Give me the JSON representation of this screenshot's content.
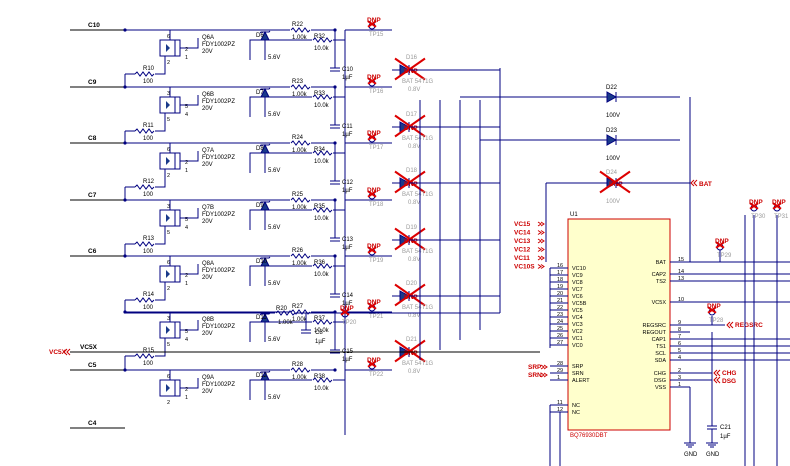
{
  "nets": {
    "c10": "C10",
    "c9": "C9",
    "c8": "C8",
    "c7": "C7",
    "c6": "C6",
    "c5": "C5",
    "c4": "C4",
    "vc5x": "VC5X",
    "vc5x_port": "VC5X",
    "bat": "BAT",
    "regsrc": "REGSRC",
    "chg": "CHG",
    "dsg": "DSG",
    "srp": "SRP",
    "srn": "SRN",
    "vc_ports": [
      "VC15",
      "VC14",
      "VC13",
      "VC12",
      "VC11",
      "VC10S"
    ]
  },
  "rows": [
    {
      "q": "Q6A",
      "qpn": "FDY1002PZ",
      "qv": "20V",
      "d": "D6",
      "dv": "5.6V",
      "rtop": "R22",
      "rtopv": "1.00k",
      "rbot": "R32",
      "rbotv": "10.0k",
      "cap": "C10",
      "capv": "1µF",
      "rg": "R10",
      "rgv": "100",
      "tp": "TP15",
      "ds": "D16",
      "dsp": "BAT 54T1G",
      "dsv": "0.8V",
      "pa": "6",
      "pb": "2",
      "pc": "1"
    },
    {
      "q": "Q6B",
      "qpn": "FDY1002PZ",
      "qv": "20V",
      "d": "D7",
      "dv": "5.6V",
      "rtop": "R23",
      "rtopv": "1.00k",
      "rbot": "R33",
      "rbotv": "10.0k",
      "cap": "C11",
      "capv": "1µF",
      "rg": "R11",
      "rgv": "100",
      "tp": "TP16",
      "ds": "D17",
      "dsp": "BAT 54T1G",
      "dsv": "0.8V",
      "pa": "3",
      "pb": "5",
      "pc": "4"
    },
    {
      "q": "Q7A",
      "qpn": "FDY1002PZ",
      "qv": "20V",
      "d": "D8",
      "dv": "5.6V",
      "rtop": "R24",
      "rtopv": "1.00k",
      "rbot": "R34",
      "rbotv": "10.0k",
      "cap": "C12",
      "capv": "1µF",
      "rg": "R12",
      "rgv": "100",
      "tp": "TP17",
      "ds": "D18",
      "dsp": "BAT 54T1G",
      "dsv": "0.8V",
      "pa": "6",
      "pb": "2",
      "pc": "1"
    },
    {
      "q": "Q7B",
      "qpn": "FDY1002PZ",
      "qv": "20V",
      "d": "D9",
      "dv": "5.6V",
      "rtop": "R25",
      "rtopv": "1.00k",
      "rbot": "R35",
      "rbotv": "10.0k",
      "cap": "C13",
      "capv": "1µF",
      "rg": "R13",
      "rgv": "100",
      "tp": "TP18",
      "ds": "D19",
      "dsp": "BAT 54T1G",
      "dsv": "0.8V",
      "pa": "3",
      "pb": "5",
      "pc": "4"
    },
    {
      "q": "Q8A",
      "qpn": "FDY1002PZ",
      "qv": "20V",
      "d": "D10",
      "dv": "5.6V",
      "rtop": "R26",
      "rtopv": "1.00k",
      "rbot": "R36",
      "rbotv": "10.0k",
      "cap": "C14",
      "capv": "1µF",
      "rg": "R14",
      "rgv": "100",
      "tp": "TP19",
      "ds": "D20",
      "dsp": "BAT 54T1G",
      "dsv": "0.8V",
      "pa": "6",
      "pb": "2",
      "pc": "1"
    },
    {
      "q": "Q8B",
      "qpn": "FDY1002PZ",
      "qv": "20V",
      "d": "D11",
      "dv": "5.6V",
      "rtop": "R27",
      "rtopv": "1.00k",
      "rbot": "R37",
      "rbotv": "10.0k",
      "cap": "C15",
      "capv": "1µF",
      "rg": "R15",
      "rgv": "100",
      "tp": "TP21",
      "ds": "D21",
      "dsp": "BAT 54T1G",
      "dsv": "0.8V",
      "pa": "3",
      "pb": "5",
      "pc": "4"
    },
    {
      "q": "Q9A",
      "qpn": "FDY1002PZ",
      "qv": "20V",
      "d": "D12",
      "dv": "5.6V",
      "rtop": "R28",
      "rtopv": "1.00k",
      "rbot": "R38",
      "rbotv": "10.0k",
      "cap": "",
      "capv": "",
      "rg": "",
      "rgv": "",
      "tp": "TP22",
      "ds": "",
      "dsp": "",
      "dsv": "",
      "pa": "6",
      "pb": "2",
      "pc": "1"
    }
  ],
  "r20": {
    "ref": "R20",
    "val": "1.00k"
  },
  "c8": {
    "ref": "C8",
    "val": "1µF"
  },
  "tp20": "TP20",
  "dnp": "DNP",
  "d22": {
    "ref": "D22",
    "val": "100V"
  },
  "d23": {
    "ref": "D23",
    "val": "100V"
  },
  "d24": {
    "ref": "D24",
    "val": "100V"
  },
  "ic": {
    "ref": "U1",
    "part": "BQ76930DBT",
    "left_pins": [
      {
        "n": "16",
        "name": "VC10"
      },
      {
        "n": "17",
        "name": "VC9"
      },
      {
        "n": "18",
        "name": "VC8"
      },
      {
        "n": "19",
        "name": "VC7"
      },
      {
        "n": "20",
        "name": "VC6"
      },
      {
        "n": "21",
        "name": "VC5B"
      },
      {
        "n": "22",
        "name": "VC5"
      },
      {
        "n": "23",
        "name": "VC4"
      },
      {
        "n": "24",
        "name": "VC3"
      },
      {
        "n": "25",
        "name": "VC2"
      },
      {
        "n": "26",
        "name": "VC1"
      },
      {
        "n": "27",
        "name": "VC0"
      }
    ],
    "left_pins2": [
      {
        "n": "28",
        "name": "SRP"
      },
      {
        "n": "29",
        "name": "SRN"
      },
      {
        "n": "1",
        "name": "ALERT"
      }
    ],
    "left_pins3": [
      {
        "n": "11",
        "name": "NC"
      },
      {
        "n": "12",
        "name": "NC"
      }
    ],
    "right_pins": [
      {
        "n": "15",
        "name": "BAT"
      },
      {
        "n": "14",
        "name": "CAP2"
      },
      {
        "n": "13",
        "name": "TS2"
      },
      {
        "n": "10",
        "name": "VC5X"
      },
      {
        "n": "9",
        "name": "REGSRC"
      },
      {
        "n": "8",
        "name": "REGOUT"
      },
      {
        "n": "7",
        "name": "CAP1"
      },
      {
        "n": "6",
        "name": "TS1"
      },
      {
        "n": "5",
        "name": "SCL"
      },
      {
        "n": "4",
        "name": "SDA"
      },
      {
        "n": "2",
        "name": "CHG"
      },
      {
        "n": "3",
        "name": "DSG"
      },
      {
        "n": "1",
        "name": "VSS"
      }
    ]
  },
  "tp_right": [
    "TP29",
    "TP28",
    "TP30",
    "TP31"
  ],
  "c21": {
    "ref": "C21",
    "val": "1µF"
  },
  "gnd": "GND"
}
